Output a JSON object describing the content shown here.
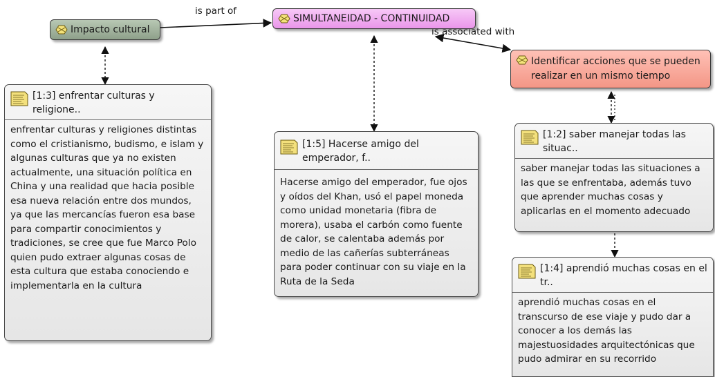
{
  "nodes": {
    "impacto": {
      "label": "Impacto cultural",
      "color": "#9cae98"
    },
    "simultaneidad": {
      "label": "SIMULTANEIDAD - CONTINUIDAD",
      "color": "#f0a8f0"
    },
    "identificar": {
      "label": "Identificar acciones que se pueden realizar en un mismo tiempo",
      "color": "#f6a898"
    }
  },
  "quotes": {
    "q13": {
      "title": "[1:3] enfrentar culturas y religione..",
      "body": "enfrentar culturas y religiones distintas como el cristianismo, budismo, e islam y algunas culturas que ya no existen actualmente, una situación política en China y una realidad que hacia posible esa nueva relación entre dos mundos, ya que las mercancías fueron esa base para compartir conocimientos y tradiciones, se cree que fue Marco Polo quien pudo extraer algunas cosas de esta cultura que estaba conociendo e implementarla en la cultura"
    },
    "q15": {
      "title": "[1:5] Hacerse amigo del emperador, f..",
      "body": " Hacerse amigo del emperador, fue ojos y oídos del Khan, usó el papel moneda como unidad monetaria (fibra de morera), usaba el carbón como fuente de calor, se calentaba además por medio de las cañerías subterráneas para poder continuar con su viaje en la Ruta de la Seda"
    },
    "q12": {
      "title": "[1:2] saber manejar todas las situac..",
      "body": "saber manejar todas las situaciones a las que se enfrentaba, además tuvo que aprender muchas cosas y aplicarlas en el momento adecuado"
    },
    "q14": {
      "title": "[1:4] aprendió muchas cosas en el tr..",
      "body": "aprendió muchas cosas en el transcurso de ese viaje y pudo dar a conocer a los demás las majestuosidades arquitectónicas que pudo admirar en su recorrido"
    }
  },
  "edges": {
    "is_part_of": "is part of",
    "is_associated_with": "is associated with"
  }
}
